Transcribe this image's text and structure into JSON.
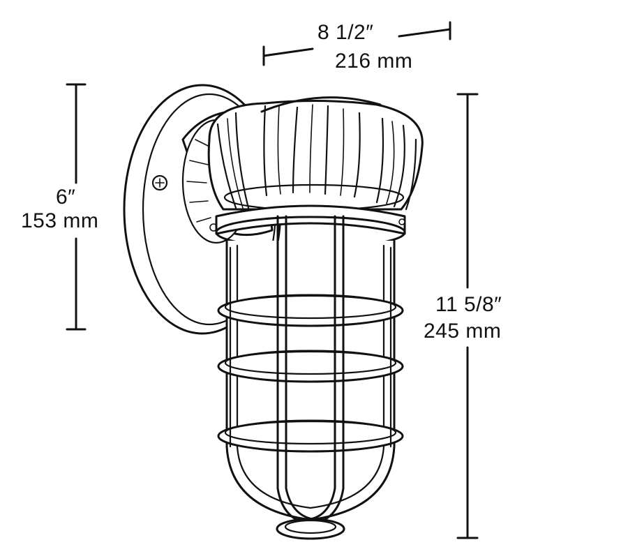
{
  "dimensions": {
    "width": {
      "imperial": "8 1/2″",
      "metric": "216 mm"
    },
    "depth": {
      "imperial": "6″",
      "metric": "153 mm"
    },
    "height": {
      "imperial": "11 5/8″",
      "metric": "245 mm"
    }
  },
  "colors": {
    "line": "#111111",
    "background": "#ffffff"
  }
}
